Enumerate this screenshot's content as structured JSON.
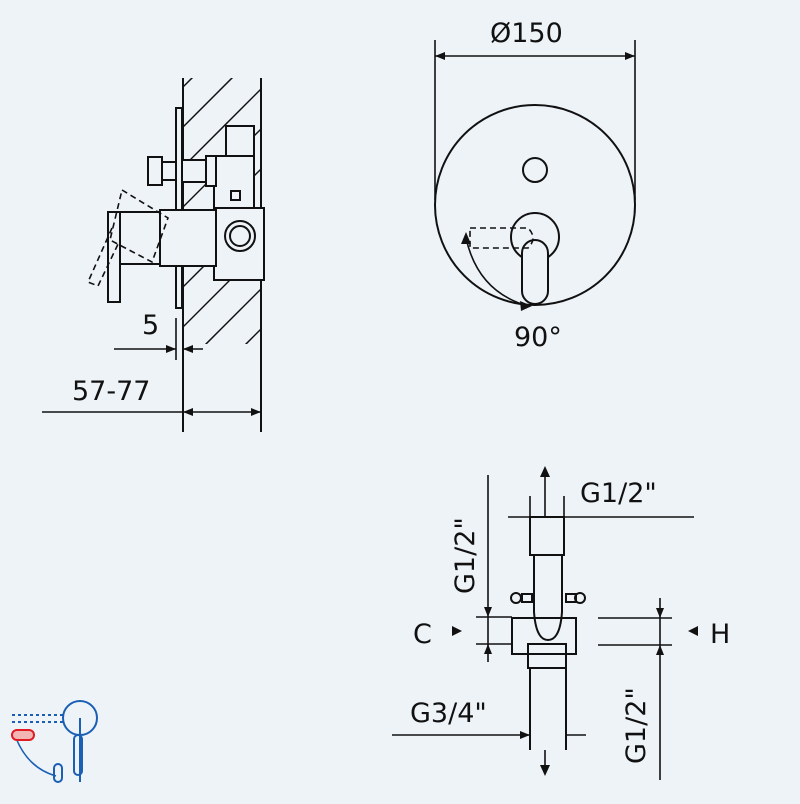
{
  "labels": {
    "diameter": "Ø150",
    "rotation": "90°",
    "flange_offset": "5",
    "wall_depth": "57-77",
    "outlet_top": "G1/2\"",
    "outlet_side_left": "G1/2\"",
    "outlet_side_right": "G1/2\"",
    "inlet_bottom": "G3/4\"",
    "cold_marker": "C",
    "hot_marker": "H"
  },
  "colors": {
    "line": "#111111",
    "icon": "#1a5fb4",
    "icon_accent": "#e01b24",
    "background": "#eef3f8"
  }
}
